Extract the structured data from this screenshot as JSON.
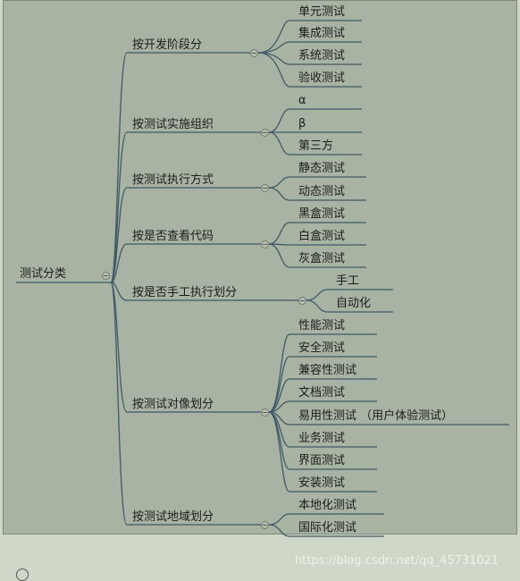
{
  "root": {
    "label": "测试分类"
  },
  "categories": [
    {
      "label": "按开发阶段分",
      "children": [
        "单元测试",
        "集成测试",
        "系统测试",
        "验收测试"
      ]
    },
    {
      "label": "按测试实施组织",
      "children": [
        "α",
        "β",
        "第三方"
      ]
    },
    {
      "label": "按测试执行方式",
      "children": [
        "静态测试",
        "动态测试"
      ]
    },
    {
      "label": "按是否查看代码",
      "children": [
        "黑盒测试",
        "白盒测试",
        "灰盒测试"
      ]
    },
    {
      "label": "按是否手工执行划分",
      "children": [
        "手工",
        "自动化"
      ]
    },
    {
      "label": "按测试对像划分",
      "children": [
        "性能测试",
        "安全测试",
        "兼容性测试",
        "文档测试",
        "易用性测试 （用户体验测试）",
        "业务测试",
        "界面测试",
        "安装测试"
      ]
    },
    {
      "label": "按测试地域划分",
      "children": [
        "本地化测试",
        "国际化测试"
      ]
    }
  ],
  "watermark": "https://blog.csdn.net/qq_45731021",
  "colors": {
    "line": "#3f5a66",
    "background": "#a9b3a3",
    "frame": "#cfd7c8"
  }
}
